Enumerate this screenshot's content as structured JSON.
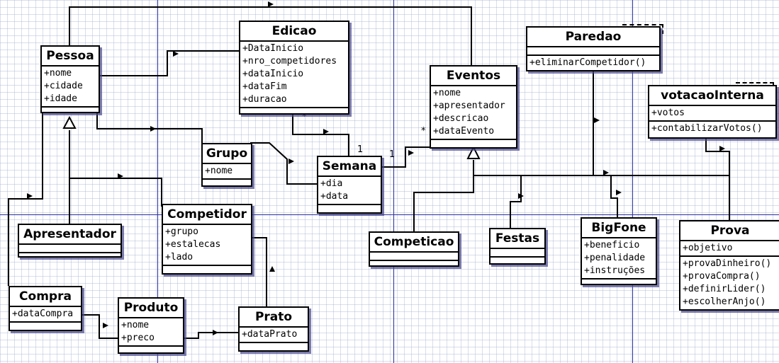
{
  "classes": {
    "pessoa": {
      "name": "Pessoa",
      "attrs": [
        "+nome",
        "+cidade",
        "+idade"
      ],
      "ops": []
    },
    "edicao": {
      "name": "Edicao",
      "attrs": [
        "+DataInicio",
        "+nro_competidores",
        "+dataInicio",
        "+dataFim",
        "+duracao"
      ],
      "ops": []
    },
    "paredao": {
      "name": "Paredao",
      "attrs": [],
      "ops": [
        "+eliminarCompetidor()"
      ]
    },
    "votacao": {
      "name": "votacaoInterna",
      "attrs": [
        "+votos"
      ],
      "ops": [
        "+contabilizarVotos()"
      ]
    },
    "eventos": {
      "name": "Eventos",
      "attrs": [
        "+nome",
        "+apresentador",
        "+descricao",
        "+dataEvento"
      ],
      "ops": []
    },
    "grupo": {
      "name": "Grupo",
      "attrs": [
        "+nome"
      ],
      "ops": []
    },
    "semana": {
      "name": "Semana",
      "attrs": [
        "+dia",
        "+data"
      ],
      "ops": []
    },
    "competidor": {
      "name": "Competidor",
      "attrs": [
        "+grupo",
        "+estalecas",
        "+lado"
      ],
      "ops": []
    },
    "apresentador": {
      "name": "Apresentador",
      "attrs": [],
      "ops": []
    },
    "competicao": {
      "name": "Competicao",
      "attrs": [],
      "ops": []
    },
    "festas": {
      "name": "Festas",
      "attrs": [],
      "ops": []
    },
    "bigfone": {
      "name": "BigFone",
      "attrs": [
        "+beneficio",
        "+penalidade",
        "+instruções"
      ],
      "ops": []
    },
    "prova": {
      "name": "Prova",
      "attrs": [
        "+objetivo"
      ],
      "ops": [
        "+provaDinheiro()",
        "+provaCompra()",
        "+definirLider()",
        "+escolherAnjo()"
      ]
    },
    "compra": {
      "name": "Compra",
      "attrs": [
        "+dataCompra"
      ],
      "ops": []
    },
    "produto": {
      "name": "Produto",
      "attrs": [
        "+nome",
        "+preco"
      ],
      "ops": []
    },
    "prato": {
      "name": "Prato",
      "attrs": [
        "+dataPrato"
      ],
      "ops": []
    }
  },
  "multiplicities": {
    "edicao_semana": "*",
    "semana_left": "1",
    "semana_right": "1",
    "eventos_left": "*"
  }
}
